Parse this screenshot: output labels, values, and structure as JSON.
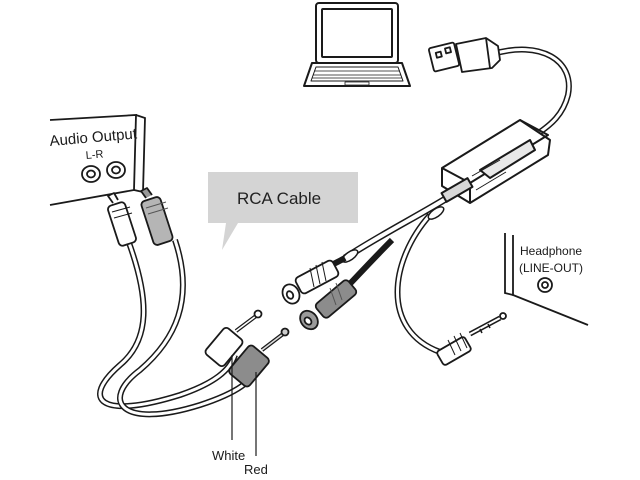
{
  "audio_output": {
    "title": "Audio Output",
    "channels": "L-R"
  },
  "callout": {
    "text": "RCA Cable"
  },
  "headphone": {
    "line1": "Headphone",
    "line2": "(LINE-OUT)"
  },
  "plug_labels": {
    "white": "White",
    "red": "Red"
  },
  "colors": {
    "line": "#1a1a1a",
    "callout_bg": "#d4d4d4",
    "dark_plug": "#8c8c8c",
    "mid_plug": "#b5b5b5"
  },
  "icons": [
    "laptop-icon",
    "usb-plug-icon",
    "usb-adapter-icon",
    "rca-plug-icon",
    "headphone-jack-icon"
  ]
}
